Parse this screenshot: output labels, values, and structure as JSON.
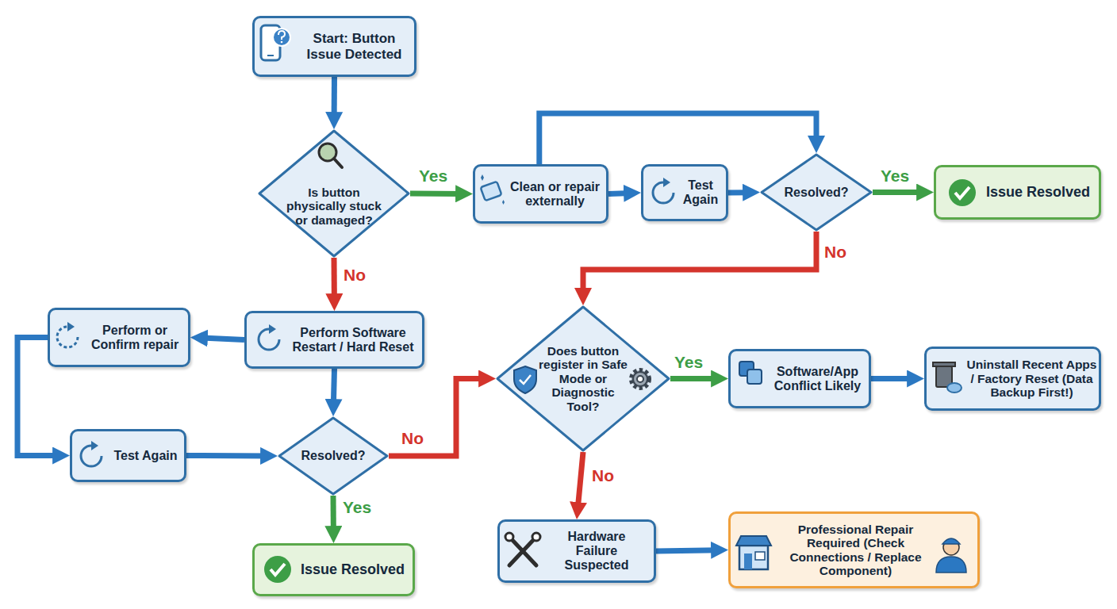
{
  "diagram": {
    "nodes": [
      {
        "text": [
          "Start: Button Issue Detected"
        ]
      },
      {
        "text": [
          "Is button physically stuck or damaged?"
        ]
      },
      {
        "text": [
          "Clean or repair externally"
        ]
      },
      {
        "text": [
          "Test Again"
        ]
      },
      {
        "text": [
          "Resolved?"
        ]
      },
      {
        "text": [
          "Issue Resolved"
        ]
      },
      {
        "text": [
          "Perform or Confirm repair"
        ]
      },
      {
        "text": [
          "Perform Software Restart / Hard Reset"
        ]
      },
      {
        "text": [
          "Test Again"
        ]
      },
      {
        "text": [
          "Resolved?"
        ]
      },
      {
        "text": [
          "Issue Resolved"
        ]
      },
      {
        "text": [
          "Does button register in Safe Mode or Diagnostic Tool?"
        ]
      },
      {
        "text": [
          "Software/App Conflict Likely"
        ]
      },
      {
        "text": [
          "Uninstall Recent Apps / Factory Reset (Data Backup First!)"
        ]
      },
      {
        "text": [
          "Hardware Failure Suspected"
        ]
      },
      {
        "text": [
          "Professional Repair Required (Check Connections / Replace Component)"
        ]
      }
    ],
    "edges": [
      {
        "from": 0,
        "to": 1,
        "arrow": "to"
      },
      {
        "from": 1,
        "to": 2,
        "arrow": "to",
        "label": "Yes"
      },
      {
        "from": 2,
        "to": 3,
        "arrow": "to"
      },
      {
        "from": 2,
        "to": 4,
        "arrow": "to"
      },
      {
        "from": 3,
        "to": 4,
        "arrow": "to"
      },
      {
        "from": 4,
        "to": 5,
        "arrow": "to",
        "label": "Yes"
      },
      {
        "from": 4,
        "to": 11,
        "arrow": "to",
        "label": "No"
      },
      {
        "from": 1,
        "to": 7,
        "arrow": "to",
        "label": "No"
      },
      {
        "from": 7,
        "to": 6,
        "arrow": "to"
      },
      {
        "from": 6,
        "to": 8,
        "arrow": "to"
      },
      {
        "from": 7,
        "to": 9,
        "arrow": "to"
      },
      {
        "from": 8,
        "to": 9,
        "arrow": "to"
      },
      {
        "from": 9,
        "to": 11,
        "arrow": "to",
        "label": "No"
      },
      {
        "from": 9,
        "to": 10,
        "arrow": "to",
        "label": "Yes"
      },
      {
        "from": 11,
        "to": 12,
        "arrow": "to",
        "label": "Yes"
      },
      {
        "from": 12,
        "to": 13,
        "arrow": "to"
      },
      {
        "from": 11,
        "to": 14,
        "arrow": "to",
        "label": "No"
      },
      {
        "from": 14,
        "to": 15,
        "arrow": "to"
      }
    ]
  }
}
